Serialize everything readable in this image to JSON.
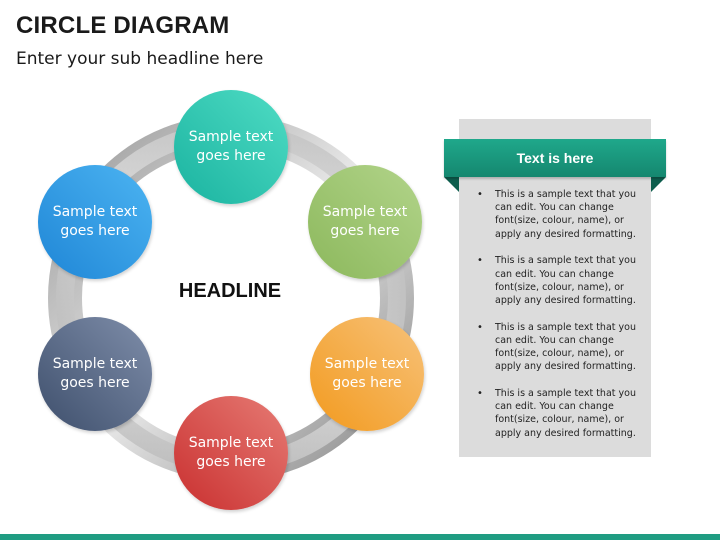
{
  "header": {
    "title": "CIRCLE DIAGRAM",
    "subtitle": "Enter your sub headline here"
  },
  "diagram": {
    "headline": "HEADLINE",
    "nodes": [
      {
        "id": "top",
        "line1": "Sample text",
        "line2": "goes here",
        "color_from": "#1ab3a0",
        "color_to": "#4fdcc4"
      },
      {
        "id": "upper-right",
        "line1": "Sample text",
        "line2": "goes here",
        "color_from": "#8cb85c",
        "color_to": "#b2d48a"
      },
      {
        "id": "lower-right",
        "line1": "Sample text",
        "line2": "goes here",
        "color_from": "#f29a1e",
        "color_to": "#f7c27a"
      },
      {
        "id": "bottom",
        "line1": "Sample text",
        "line2": "goes here",
        "color_from": "#c92f2f",
        "color_to": "#e67b74"
      },
      {
        "id": "lower-left",
        "line1": "Sample text",
        "line2": "goes here",
        "color_from": "#3e4f6c",
        "color_to": "#7f8eaa"
      },
      {
        "id": "upper-left",
        "line1": "Sample text",
        "line2": "goes here",
        "color_from": "#1f86d6",
        "color_to": "#4cb4f2"
      }
    ]
  },
  "panel": {
    "banner_label": "Text is here",
    "bullets": [
      [
        "This is a sample text that you",
        "can edit. You can change",
        "font(size, colour, name), or",
        "apply any desired formatting."
      ],
      [
        "This is a sample text that you",
        "can edit. You can change",
        "font(size, colour, name), or",
        "apply any desired formatting."
      ],
      [
        "This is a sample text that you",
        "can edit. You can change",
        "font(size, colour, name), or",
        "apply any desired formatting."
      ],
      [
        "This is a sample text that you",
        "can edit. You can change",
        "font(size, colour, name), or",
        "apply any desired formatting."
      ]
    ]
  },
  "colors": {
    "accent_teal": "#1f9c82",
    "ring_gray": "#b8b8b8",
    "panel_gray": "#dcdcdc"
  }
}
